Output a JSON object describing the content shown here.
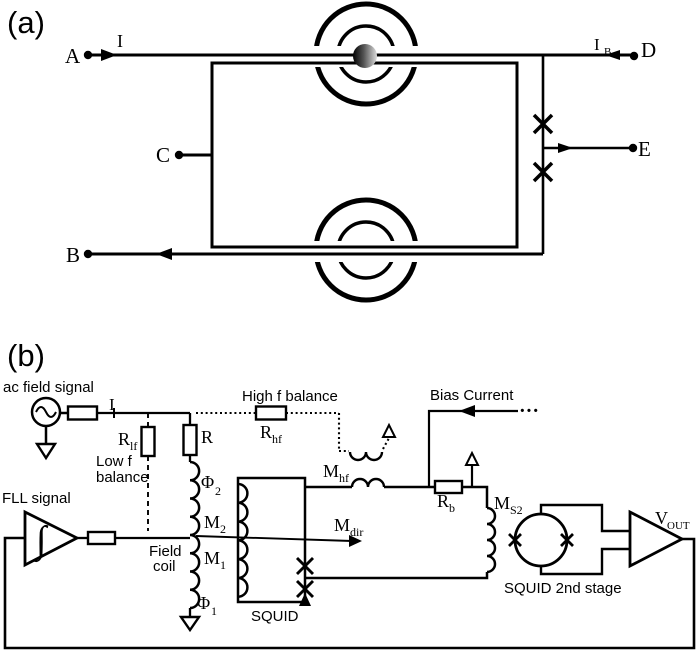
{
  "colors": {
    "ink": "#000000",
    "background": "#ffffff"
  },
  "panel_a": {
    "label": "(a)",
    "terminal_a": "A",
    "terminal_b": "B",
    "terminal_c": "C",
    "terminal_d": "D",
    "terminal_e": "E",
    "current_i": "I",
    "current_ib": {
      "base": "I",
      "sub": "B"
    }
  },
  "panel_b": {
    "label": "(b)",
    "ac_field_signal": "ac field signal",
    "fll_signal": "FLL signal",
    "current_i": "I",
    "r_lf": {
      "base": "R",
      "sub": "lf"
    },
    "low_f_balance_line1": "Low f",
    "low_f_balance_line2": "balance",
    "r": "R",
    "high_f_balance": "High f balance",
    "r_hf": {
      "base": "R",
      "sub": "hf"
    },
    "m_hf": {
      "base": "M",
      "sub": "hf"
    },
    "bias_current": "Bias Current",
    "bias_dots": "···",
    "r_b": {
      "base": "R",
      "sub": "b"
    },
    "m_s2": {
      "base": "M",
      "sub": "S2"
    },
    "phi_2": {
      "base": "Φ",
      "sub": "2"
    },
    "m_2": {
      "base": "M",
      "sub": "2"
    },
    "m_1": {
      "base": "M",
      "sub": "1"
    },
    "phi_1": {
      "base": "Φ",
      "sub": "1"
    },
    "m_dir": {
      "base": "M",
      "sub": "dir"
    },
    "field_coil_line1": "Field",
    "field_coil_line2": "coil",
    "squid": "SQUID",
    "squid_2nd_stage": "SQUID 2nd stage",
    "v_out": {
      "base": "V",
      "sub": "OUT"
    },
    "integrator": "∫"
  }
}
